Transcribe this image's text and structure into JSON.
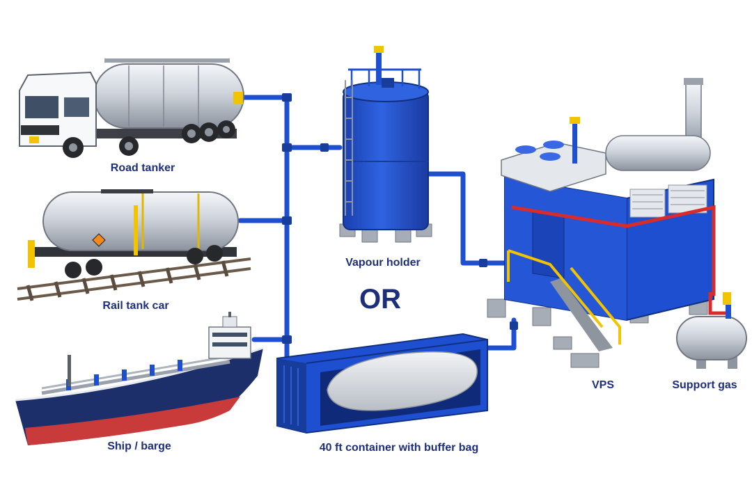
{
  "labels": {
    "road_tanker": "Road tanker",
    "rail_tank_car": "Rail tank car",
    "ship_barge": "Ship / barge",
    "vapour_holder": "Vapour holder",
    "or_word": "OR",
    "container": "40 ft container with buffer bag",
    "vps": "VPS",
    "support_gas": "Support gas"
  },
  "colors": {
    "pipe_blue": "#1f4fd1",
    "pipe_red": "#d82b2b",
    "label_navy": "#1d2f7a",
    "steel": "#c9ced6",
    "hull_navy": "#1d2f6b",
    "hull_red": "#c93a3a",
    "safety_yellow": "#f2c400"
  }
}
